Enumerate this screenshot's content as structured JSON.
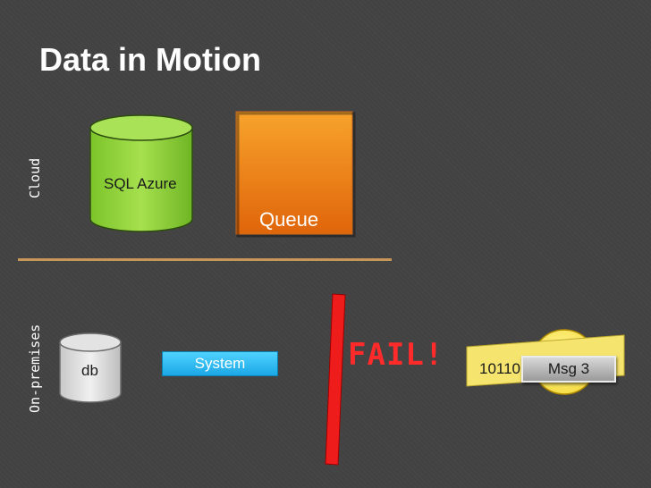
{
  "slide": {
    "title": "Data in Motion",
    "zones": {
      "cloud": "Cloud",
      "onprem": "On-premises"
    }
  },
  "nodes": {
    "sql_azure": "SQL Azure",
    "queue": "Queue",
    "db": "db",
    "system": "System",
    "fail": "FAIL!",
    "binary": "10110",
    "message": "Msg 3"
  },
  "colors": {
    "sql_azure": "#8ecf3a",
    "queue": "#f07f14",
    "db": "#d9d9d9",
    "system": "#27b4ee",
    "fail": "#ff2a2a",
    "message_stream": "#f5e46e",
    "divider": "#c9965a"
  }
}
